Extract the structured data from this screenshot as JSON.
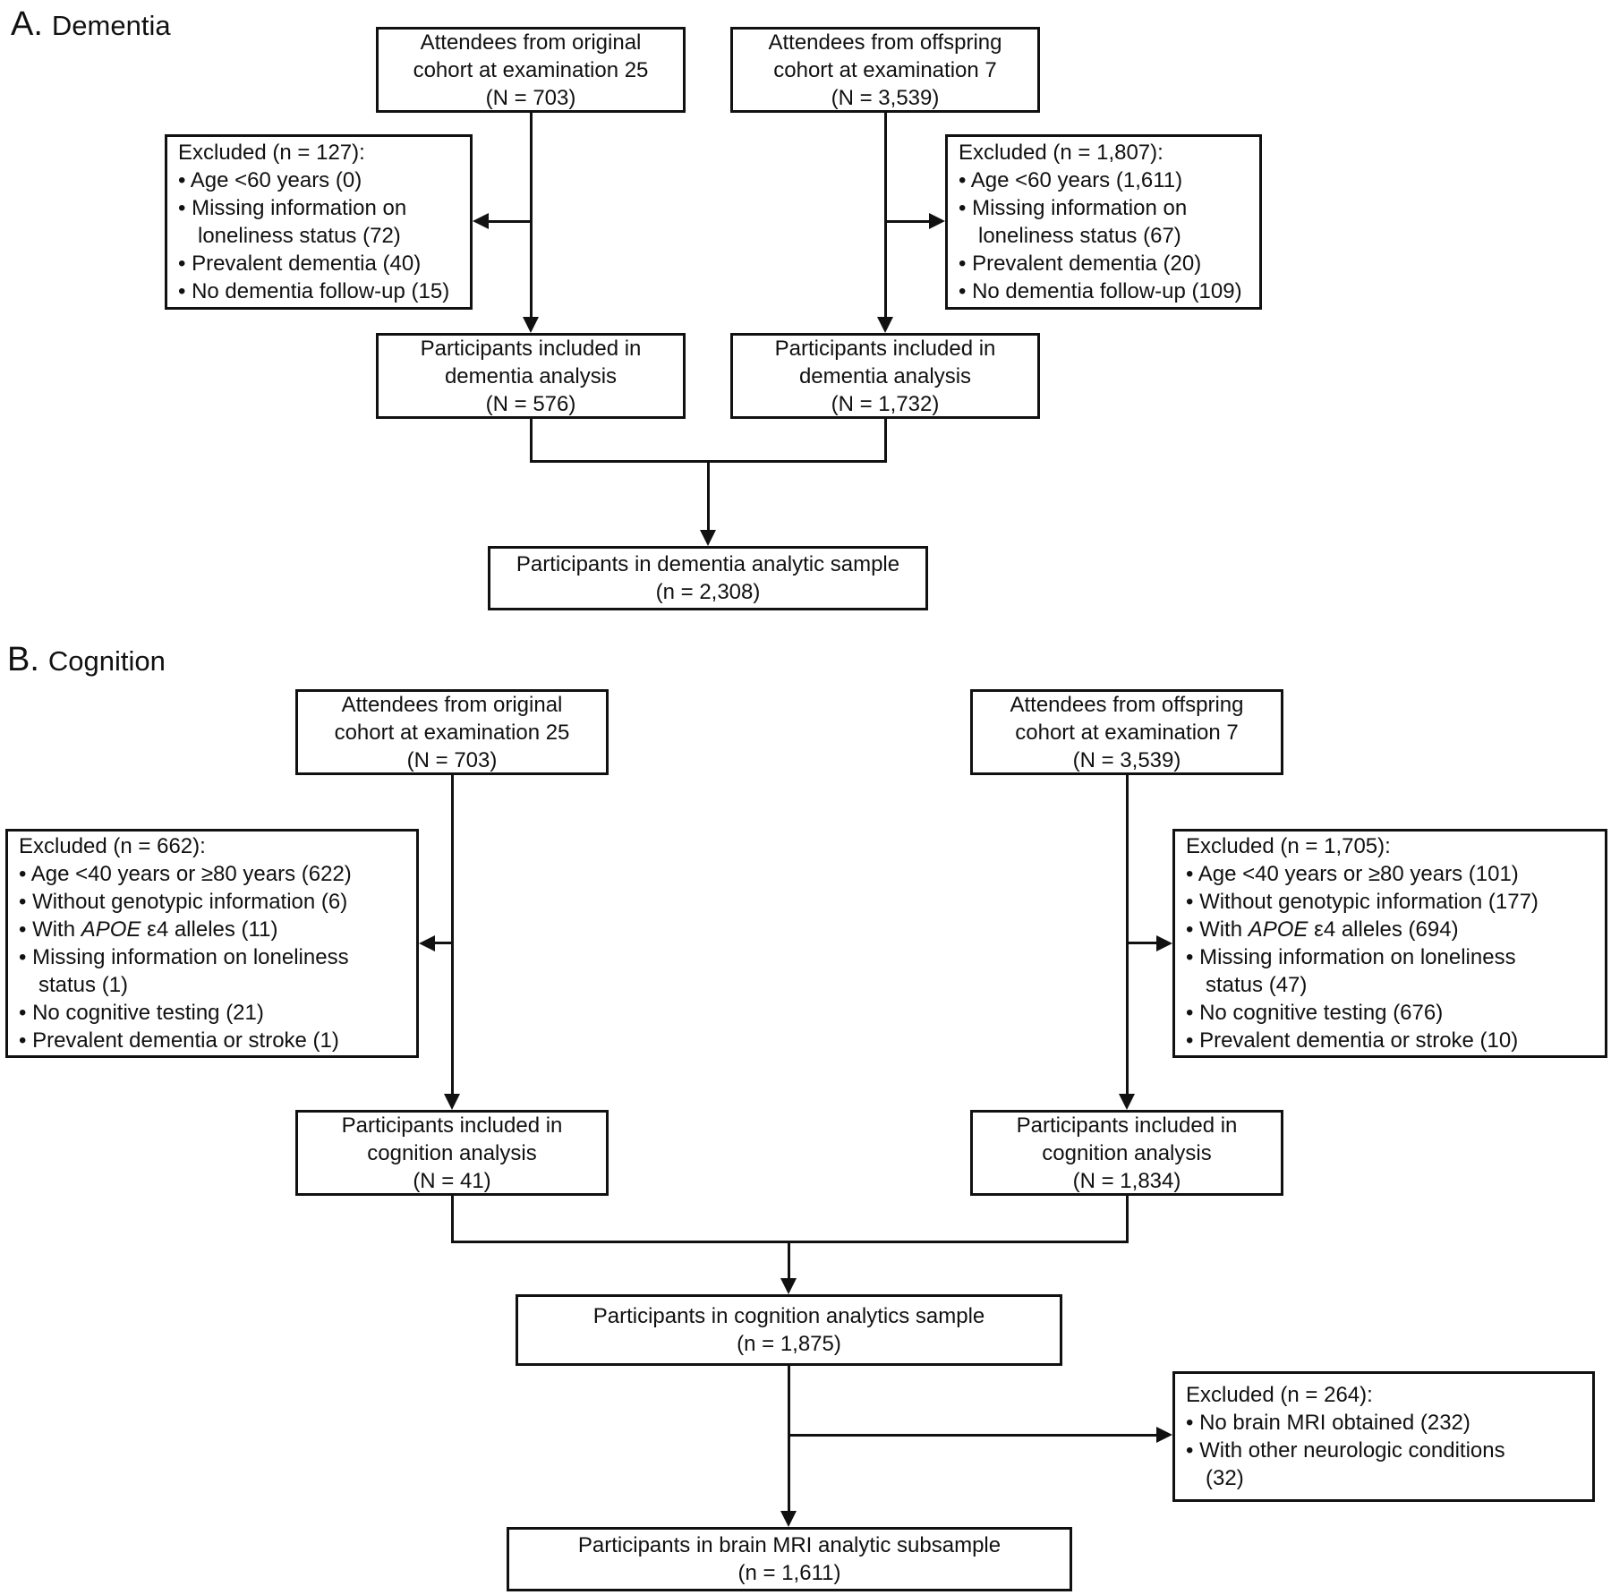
{
  "colors": {
    "ink": "#111111",
    "background": "#ffffff"
  },
  "panels": [
    {
      "key": "dementia",
      "title_prefix": "A.",
      "title": "Dementia",
      "source_left": {
        "lines": [
          {
            "text": "Attendees from original"
          },
          {
            "text": "cohort at examination 25"
          },
          {
            "text": "(N = 703)"
          }
        ]
      },
      "source_right": {
        "lines": [
          {
            "text": "Attendees from offspring"
          },
          {
            "text": "cohort at examination 7"
          },
          {
            "text": "(N = 3,539)"
          }
        ]
      },
      "excluded_left": {
        "lines": [
          {
            "text": "Excluded (n = 127):"
          },
          {
            "text": "• Age <60 years (0)"
          },
          {
            "text": "• Missing information on"
          },
          {
            "text": "loneliness status (72)",
            "cont": true
          },
          {
            "text": "• Prevalent dementia (40)"
          },
          {
            "text": "• No dementia follow-up (15)"
          }
        ]
      },
      "excluded_right": {
        "lines": [
          {
            "text": "Excluded (n = 1,807):"
          },
          {
            "text": "• Age <60 years (1,611)"
          },
          {
            "text": "• Missing information on"
          },
          {
            "text": "loneliness status (67)",
            "cont": true
          },
          {
            "text": "• Prevalent dementia (20)"
          },
          {
            "text": "• No dementia follow-up (109)"
          }
        ]
      },
      "included_left": {
        "lines": [
          {
            "text": "Participants included in"
          },
          {
            "text": "dementia analysis"
          },
          {
            "text": "(N = 576)"
          }
        ]
      },
      "included_right": {
        "lines": [
          {
            "text": "Participants included in"
          },
          {
            "text": "dementia analysis"
          },
          {
            "text": "(N = 1,732)"
          }
        ]
      },
      "sample": {
        "lines": [
          {
            "text": "Participants in dementia analytic sample"
          },
          {
            "text": "(n = 2,308)"
          }
        ]
      }
    },
    {
      "key": "cognition",
      "title_prefix": "B.",
      "title": "Cognition",
      "source_left": {
        "lines": [
          {
            "text": "Attendees from original"
          },
          {
            "text": "cohort at examination 25"
          },
          {
            "text": "(N = 703)"
          }
        ]
      },
      "source_right": {
        "lines": [
          {
            "text": "Attendees from offspring"
          },
          {
            "text": "cohort at examination 7"
          },
          {
            "text": "(N = 3,539)"
          }
        ]
      },
      "excluded_left": {
        "lines": [
          {
            "text": "Excluded (n = 662):"
          },
          {
            "text": "• Age <40 years or ≥80 years (622)"
          },
          {
            "text": "• Without genotypic information (6)"
          },
          {
            "pre": "• With ",
            "italic": "APOE",
            "post": " ε4 alleles (11)"
          },
          {
            "text": "• Missing information on loneliness"
          },
          {
            "text": "status (1)",
            "cont": true
          },
          {
            "text": "• No cognitive testing (21)"
          },
          {
            "text": "• Prevalent dementia or stroke (1)"
          }
        ]
      },
      "excluded_right": {
        "lines": [
          {
            "text": "Excluded (n = 1,705):"
          },
          {
            "text": "• Age <40 years or ≥80 years (101)"
          },
          {
            "text": "• Without genotypic information (177)"
          },
          {
            "pre": "• With ",
            "italic": "APOE",
            "post": " ε4 alleles (694)"
          },
          {
            "text": "• Missing information on loneliness"
          },
          {
            "text": "status (47)",
            "cont": true
          },
          {
            "text": "• No cognitive testing (676)"
          },
          {
            "text": "• Prevalent dementia or stroke (10)"
          }
        ]
      },
      "included_left": {
        "lines": [
          {
            "text": "Participants included in"
          },
          {
            "text": "cognition analysis"
          },
          {
            "text": "(N = 41)"
          }
        ]
      },
      "included_right": {
        "lines": [
          {
            "text": "Participants included in"
          },
          {
            "text": "cognition analysis"
          },
          {
            "text": "(N = 1,834)"
          }
        ]
      },
      "sample": {
        "lines": [
          {
            "text": "Participants in cognition analytics sample"
          },
          {
            "text": "(n = 1,875)"
          }
        ]
      },
      "excluded_mri": {
        "lines": [
          {
            "text": "Excluded (n = 264):"
          },
          {
            "text": "• No brain MRI obtained (232)"
          },
          {
            "text": "• With other neurologic conditions"
          },
          {
            "text": "(32)",
            "cont": true
          }
        ]
      },
      "mri_sample": {
        "lines": [
          {
            "text": "Participants in brain MRI analytic subsample"
          },
          {
            "text": "(n = 1,611)"
          }
        ]
      }
    }
  ]
}
